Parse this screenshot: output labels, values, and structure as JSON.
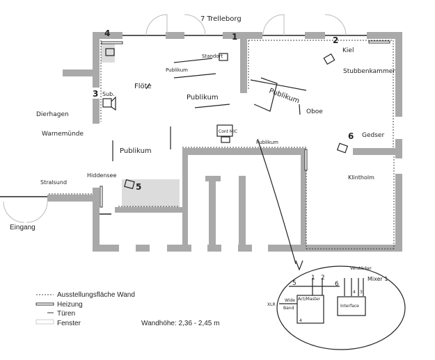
{
  "rooms": {
    "trelleborg": "7 Trelleborg",
    "dierhagen": "Dierhagen",
    "warnemuende": "Warnemünde",
    "stralsund": "Stralsund",
    "hiddensee": "Hiddensee",
    "kiel": "Kiel",
    "stubbenkammer": "Stubbenkammer",
    "gedser": "Gedser",
    "klintholm": "Klintholm",
    "eingang": "Eingang"
  },
  "labels": {
    "publikum": "Publikum",
    "floete": "Flöte",
    "oboe": "Oboe",
    "sub": "Sub.",
    "standort": "Standort",
    "cont_mic": "Cont MIC"
  },
  "speakers": [
    "1",
    "2",
    "3",
    "4",
    "5",
    "6"
  ],
  "inset": {
    "channels_left": [
      "5",
      "1",
      "2"
    ],
    "channel_right": "6",
    "box_left": "Act/Master",
    "box_right": "Interface",
    "xlr": "XLR",
    "wide": "Wide",
    "band": "Band",
    "verstaerker": "Verstärker",
    "mixer": "Mixer 1",
    "pins": [
      "4",
      "3"
    ],
    "corner": "4"
  },
  "legend": {
    "items": [
      "Ausstellungsfläche Wand",
      "Heizung",
      "Türen",
      "Fenster"
    ],
    "wall_height": "Wandhöhe: 2,36 - 2,45 m"
  },
  "colors": {
    "wall": "#a9a9a9",
    "highlight": "#d8d8d8",
    "ink": "#222222"
  }
}
